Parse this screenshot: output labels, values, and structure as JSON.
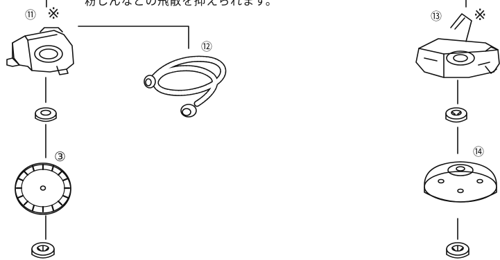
{
  "caption_fragment": "粉じんなどの飛散を抑えられます。",
  "labels": {
    "wheel_guard": "⑪",
    "wheel_guard_mark": "※",
    "dust_hose": "⑫",
    "dust_cover": "⑬",
    "dust_cover_mark": "※",
    "diamond_wheel": "③",
    "backing_pad": "⑭"
  }
}
